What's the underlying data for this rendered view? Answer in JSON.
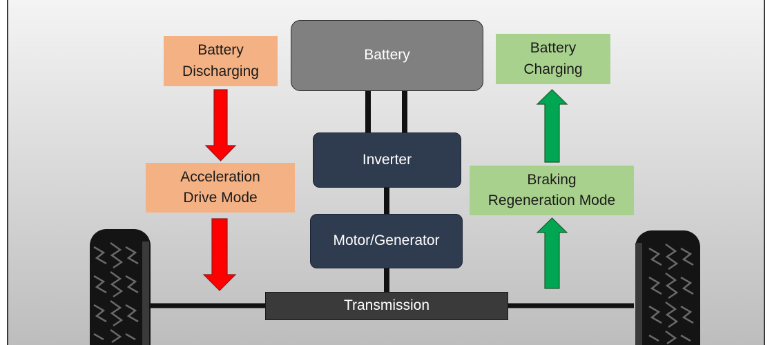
{
  "diagram": {
    "battery": "Battery",
    "inverter": "Inverter",
    "motor": "Motor/Generator",
    "transmission": "Transmission",
    "left": {
      "discharging": [
        "Battery",
        "Discharging"
      ],
      "mode": [
        "Acceleration",
        "Drive Mode"
      ]
    },
    "right": {
      "charging": [
        "Battery",
        "Charging"
      ],
      "mode": [
        "Braking",
        "Regeneration Mode"
      ]
    }
  },
  "colors": {
    "discharge_box": "#f4b183",
    "charge_box": "#a9d18e",
    "discharge_arrow": "#ff0000",
    "charge_arrow": "#00a651",
    "component_dark": "#2f3b4f"
  }
}
